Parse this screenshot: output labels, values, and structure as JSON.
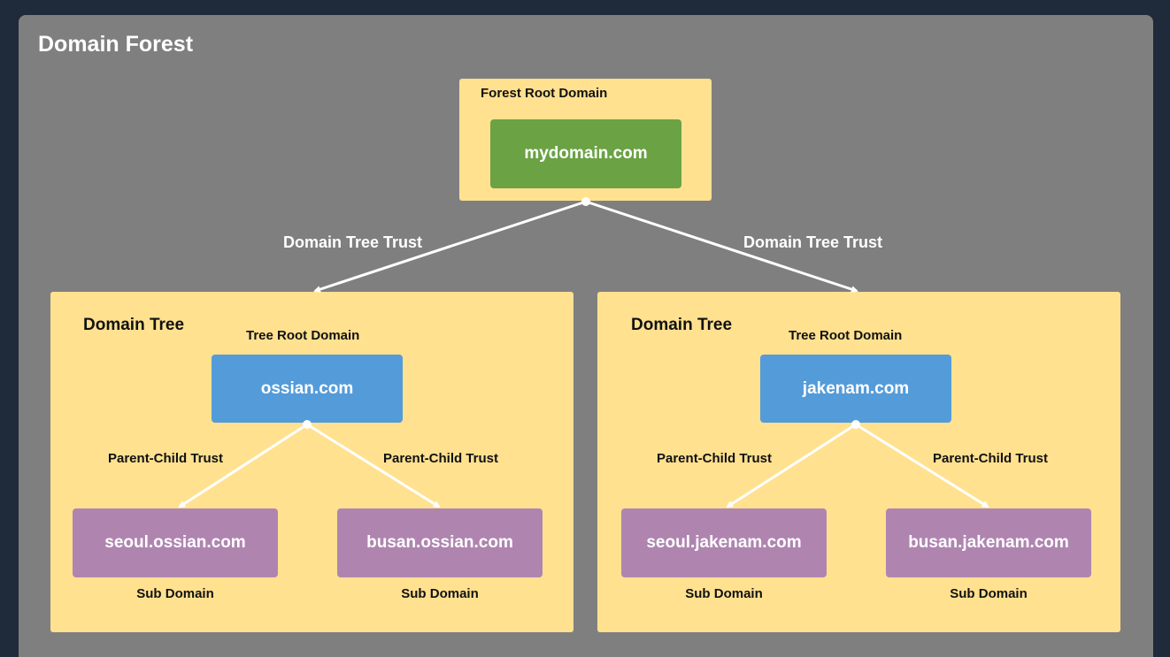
{
  "title": "Domain Forest",
  "forest_root": {
    "caption": "Forest Root Domain",
    "domain": "mydomain.com"
  },
  "forest_trusts": [
    {
      "label": "Domain Tree Trust"
    },
    {
      "label": "Domain Tree Trust"
    }
  ],
  "trees": [
    {
      "caption": "Domain Tree",
      "root_caption": "Tree Root Domain",
      "root_domain": "ossian.com",
      "trust_left": "Parent-Child Trust",
      "trust_right": "Parent-Child Trust",
      "children": [
        {
          "domain": "seoul.ossian.com",
          "caption": "Sub Domain"
        },
        {
          "domain": "busan.ossian.com",
          "caption": "Sub Domain"
        }
      ]
    },
    {
      "caption": "Domain Tree",
      "root_caption": "Tree Root Domain",
      "root_domain": "jakenam.com",
      "trust_left": "Parent-Child Trust",
      "trust_right": "Parent-Child Trust",
      "children": [
        {
          "domain": "seoul.jakenam.com",
          "caption": "Sub Domain"
        },
        {
          "domain": "busan.jakenam.com",
          "caption": "Sub Domain"
        }
      ]
    }
  ],
  "colors": {
    "background": "#1f2a3a",
    "panel": "#7f7f7f",
    "container": "#ffe190",
    "forest_root_node": "#6aa244",
    "tree_root_node": "#549bd9",
    "sub_domain_node": "#af85b0",
    "connector": "#ffffff"
  }
}
